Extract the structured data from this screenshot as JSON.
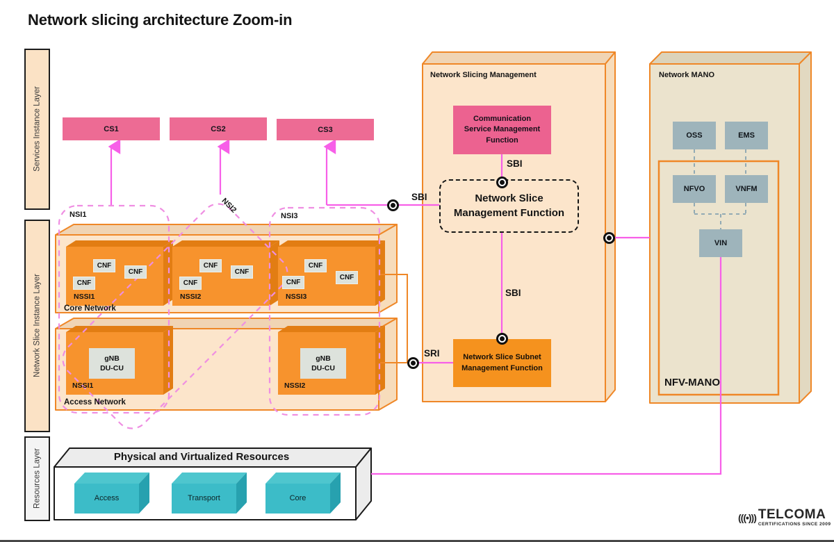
{
  "title": "Network slicing architecture Zoom-in",
  "sidebar": {
    "services_layer": "Services Instance Layer",
    "slice_layer": "Network Slice Instance Layer",
    "resources_layer": "Resources Layer"
  },
  "communication_services": {
    "cs1": "CS1",
    "cs2": "CS2",
    "cs3": "CS3"
  },
  "slices": {
    "nsi1": "NSI1",
    "nsi2": "NSI2",
    "nsi3": "NSI3"
  },
  "core_network": {
    "label": "Core Network",
    "cnf_label": "CNF",
    "subnets": [
      "NSSI1",
      "NSSI2",
      "NSSI3"
    ]
  },
  "access_network": {
    "label": "Access Network",
    "gnb_line1": "gNB",
    "gnb_line2": "DU-CU",
    "subnets": [
      "NSSI1",
      "NSSI2"
    ]
  },
  "slicing_management": {
    "label": "Network Slicing Management",
    "csmf": "Communication Service Management Function",
    "nsmf_line1": "Network Slice",
    "nsmf_line2": "Management Function",
    "nssmf_line1": "Network Slice Subnet",
    "nssmf_line2": "Management Function",
    "sbi": "SBI",
    "sri": "SRI"
  },
  "mano": {
    "label": "Network  MANO",
    "oss": "OSS",
    "ems": "EMS",
    "nfvo": "NFVO",
    "vnfm": "VNFM",
    "vin": "VIN",
    "nfv_mano_label": "NFV-MANO"
  },
  "resources": {
    "label": "Physical and Virtualized Resources",
    "items": [
      "Access",
      "Transport",
      "Core"
    ]
  },
  "branding": {
    "logo_mark": "(((•)))",
    "name": "TELCOMA",
    "tagline": "CERTIFICATIONS SINCE 2009"
  },
  "colors": {
    "pink": "#ed6b94",
    "orange": "#f7932d",
    "orange_border": "#ef8727",
    "peach": "#fce5cb",
    "magenta_line": "#f75fe8",
    "magenta_dash": "#ef8ee2",
    "teal": "#3cbcc8",
    "slate_box": "#9eb4bb",
    "beige": "#ebe3cd"
  }
}
